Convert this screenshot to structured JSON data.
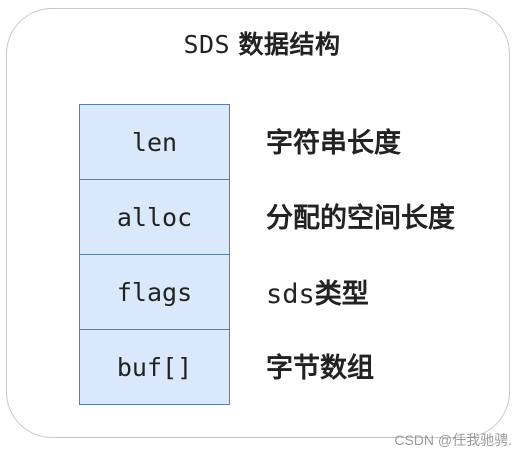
{
  "title": {
    "prefix": "SDS",
    "suffix": "数据结构"
  },
  "fields": [
    {
      "name": "len",
      "description": "字符串长度"
    },
    {
      "name": "alloc",
      "description": "分配的空间长度"
    },
    {
      "name": "flags",
      "description_prefix": "sds",
      "description": "类型"
    },
    {
      "name": "buf[]",
      "description": "字节数组"
    }
  ],
  "watermark": "CSDN @任我驰骋."
}
